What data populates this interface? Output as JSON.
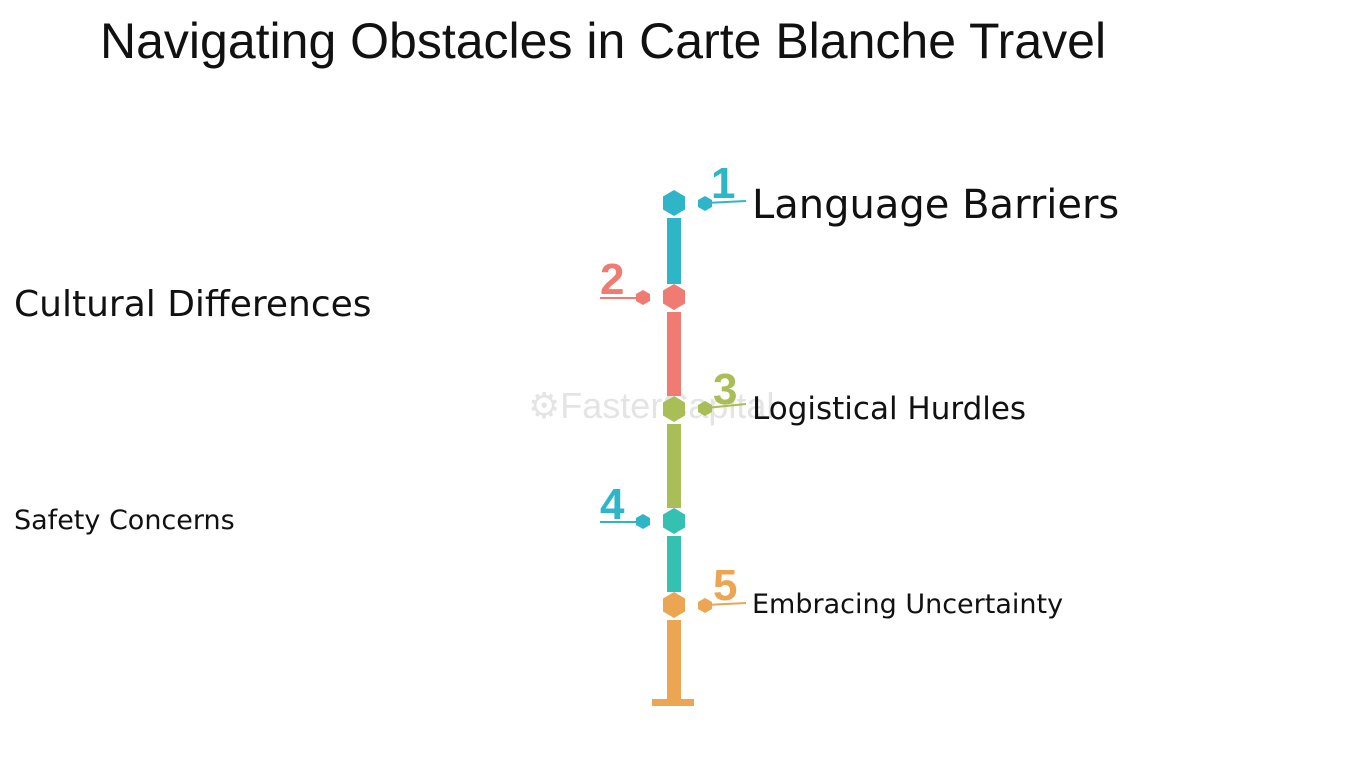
{
  "title": "Navigating Obstacles in Carte Blanche Travel",
  "watermark": "FasterCapital",
  "steps": [
    {
      "number": "1",
      "label": "Language Barriers",
      "color": "#2fb5c8"
    },
    {
      "number": "2",
      "label": "Cultural Differences",
      "color": "#f07b72"
    },
    {
      "number": "3",
      "label": "Logistical Hurdles",
      "color": "#a9be57"
    },
    {
      "number": "4",
      "label": "Safety Concerns",
      "color": "#35c1b2"
    },
    {
      "number": "5",
      "label": "Embracing Uncertainty",
      "color": "#eca553"
    }
  ]
}
